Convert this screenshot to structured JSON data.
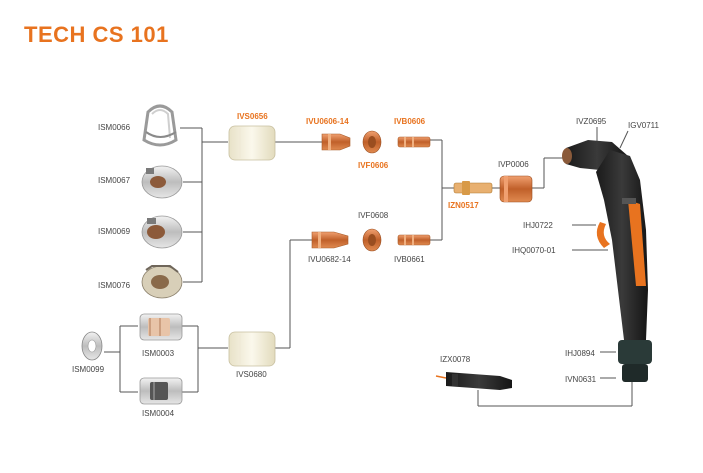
{
  "title": "TECH CS 101",
  "parts": {
    "ism0066": "ISM0066",
    "ism0067": "ISM0067",
    "ism0069": "ISM0069",
    "ism0076": "ISM0076",
    "ism0099": "ISM0099",
    "ism0003": "ISM0003",
    "ism0004": "ISM0004",
    "ivs0656": "IVS0656",
    "ivs0680": "IVS0680",
    "ivu0606_14": "IVU0606-14",
    "ivf0606": "IVF0606",
    "ivb0606": "IVB0606",
    "ivf0608": "IVF0608",
    "ivu0682_14": "IVU0682-14",
    "ivb0661": "IVB0661",
    "izn0517": "IZN0517",
    "ivp0006": "IVP0006",
    "ivz0695": "IVZ0695",
    "igv0711": "IGV0711",
    "ihj0722": "IHJ0722",
    "ihq0070_01": "IHQ0070-01",
    "ihj0894": "IHJ0894",
    "izx0078": "IZX0078",
    "ivn0631": "IVN0631"
  },
  "colors": {
    "accent": "#e8731f",
    "copper": "#c8703a",
    "ceramic": "#efe9d2",
    "metal": "#c9c9c9",
    "handle": "#222222"
  }
}
